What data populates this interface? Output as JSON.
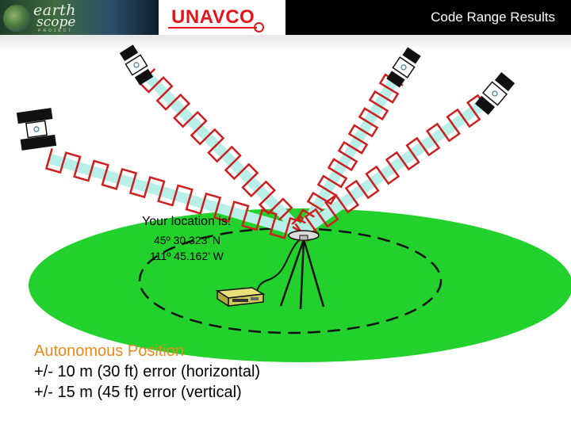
{
  "header": {
    "logo_primary_line1": "earth",
    "logo_primary_line2": "scope",
    "logo_primary_tagline": "PROJECT",
    "logo_secondary": "UNAVCO",
    "title": "Code Range Results"
  },
  "location": {
    "heading": "Your location is:",
    "latitude": "45º 30.323’ N",
    "longitude": "111º 45.162’ W"
  },
  "caption": {
    "title": "Autonomous Position",
    "horizontal": "+/- 10 m (30 ft) error (horizontal)",
    "vertical": "+/- 15 m (45 ft) error (vertical)"
  },
  "colors": {
    "ground": "#22d12c",
    "signal_wave": "#cc1f1f",
    "signal_fill": "#b9efe9",
    "caption_title": "#e88a1a",
    "logo_red": "#e4161b"
  },
  "icons": [
    "satellite-icon",
    "gps-antenna-icon",
    "tripod-icon",
    "gps-receiver-icon"
  ]
}
